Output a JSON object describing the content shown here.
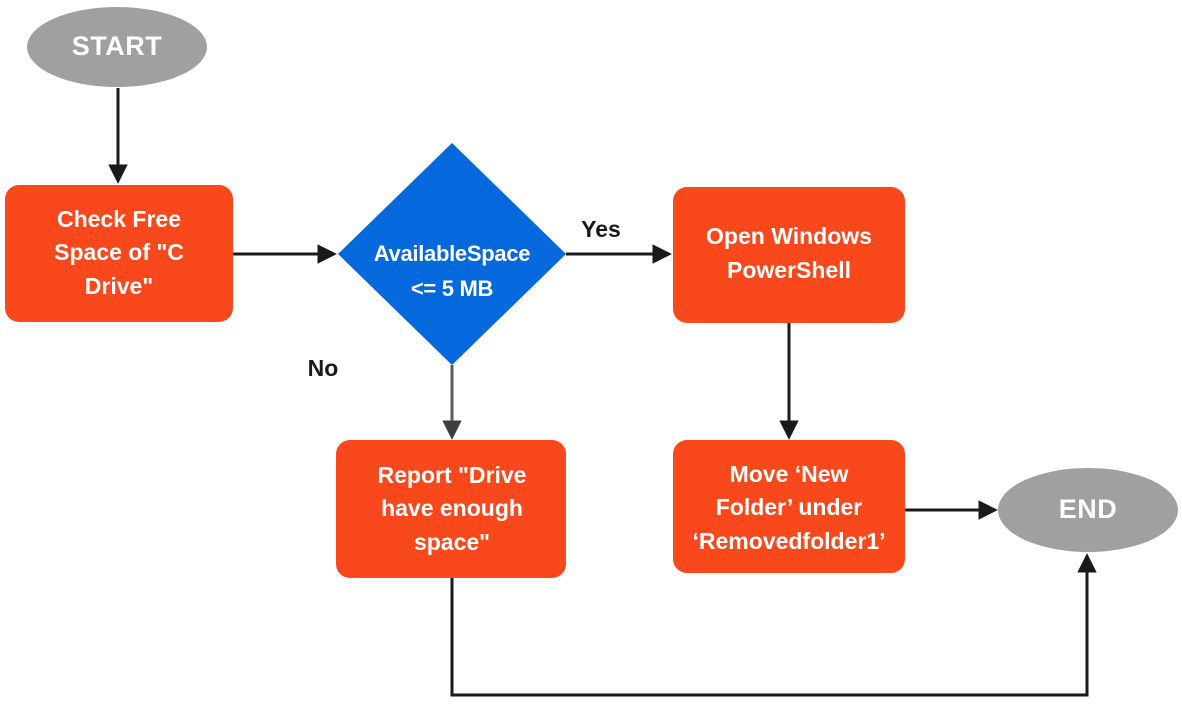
{
  "diagram": {
    "title": "Disk Free Space Check Flowchart",
    "colors": {
      "terminator": "#a0a0a0",
      "process": "#f8481c",
      "decision": "#0568dc",
      "connector": "#1a1a1a",
      "connector_grey": "#5e5e5e",
      "node_text": "#ffffff",
      "edge_text": "#1a1a1a",
      "background": "#ffffff"
    },
    "nodes": {
      "start": {
        "label": "START",
        "shape": "ellipse"
      },
      "check_free_space": {
        "line1": "Check Free",
        "line2": "Space of \"C",
        "line3": "Drive\"",
        "shape": "rounded-rectangle"
      },
      "decision": {
        "line1": "AvailableSpace",
        "line2": "<= 5 MB",
        "shape": "diamond"
      },
      "open_powershell": {
        "line1": "Open Windows",
        "line2": "PowerShell",
        "shape": "rounded-rectangle"
      },
      "report_space": {
        "line1": "Report  \"Drive",
        "line2": "have enough",
        "line3": "space\"",
        "shape": "rounded-rectangle"
      },
      "move_folder": {
        "line1": "Move ‘New",
        "line2": "Folder’ under",
        "line3": "‘Removedfolder1’",
        "shape": "rounded-rectangle"
      },
      "end": {
        "label": "END",
        "shape": "ellipse"
      }
    },
    "edges": {
      "yes_label": "Yes",
      "no_label": "No"
    }
  }
}
